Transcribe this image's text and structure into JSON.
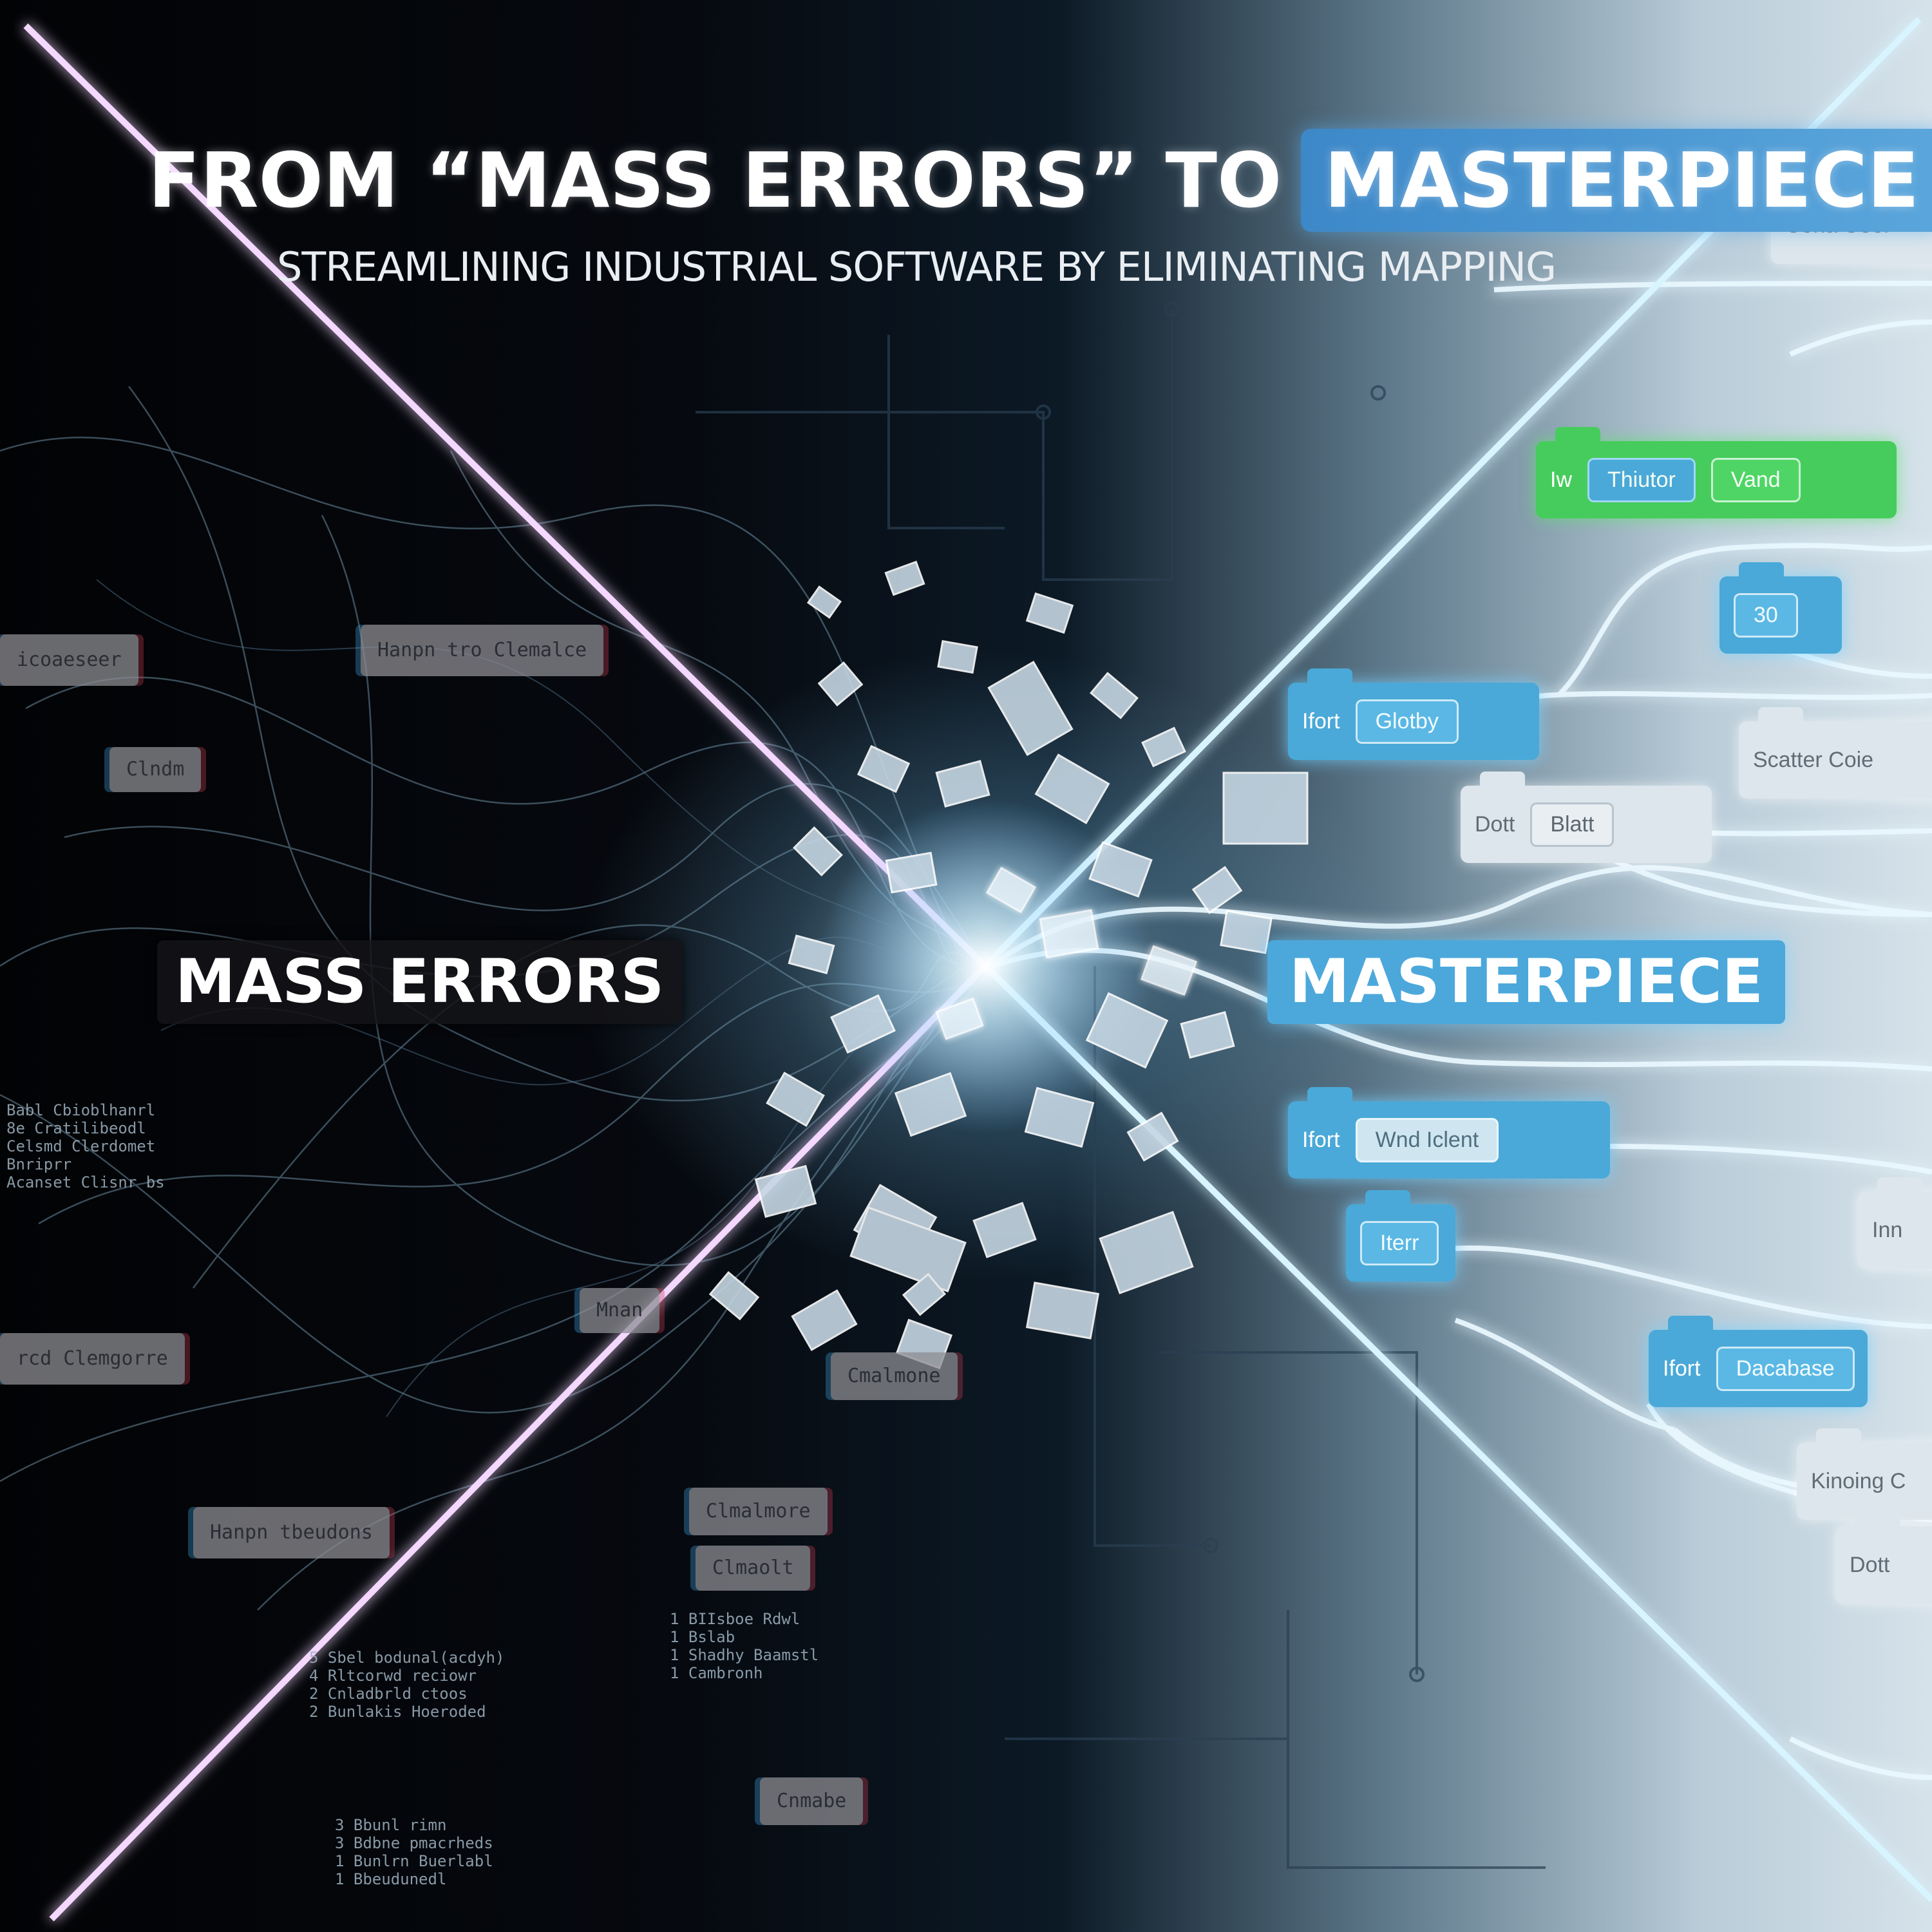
{
  "title": {
    "prefix": "FROM “MASS ERRORS” TO",
    "highlight": "MASTERPIECE"
  },
  "subtitle": "STREAMLINING INDUSTRIAL SOFTWARE BY ELIMINATING MAPPING",
  "left_label": "MASS ERRORS",
  "right_label": "MASTERPIECE",
  "colors": {
    "left_bg": "#05070b",
    "right_bg": "#d6e2ea",
    "block_blue": "#4aa9d8",
    "block_green": "#46cc5c",
    "block_white": "#dde6ec",
    "title_highlight": "#3d88c8"
  },
  "glitch_labels": [
    "Hanpn tro Clemalce",
    "Clndm",
    "Cmalmone",
    "Clmalmore",
    "Clmaolt",
    "Cnmabe",
    "Hanpn tbeudons",
    "rcd Clemgorre",
    "icoaeseer",
    "Mnan"
  ],
  "code_lines": [
    "Babl Cbioblhanrl\n8e Cratilibeodl\nCelsmd Clerdomet\nBnriprr\nAcanset Clisnr bs",
    "1 BIIsboe Rdwl\n1 Bslab\n1 Shadhy Baamstl\n1 Cambronh",
    "5 Sbel bodunal(acdyh)\n4 Rltcorwd reciowr\n2 Cnladbrld ctoos\n2 Bunlakis Hoeroded",
    "3 Bbunl rimn\n3 Bdbne pmacrheds\n1 Bunlrn Buerlabl\n1 Bbeudunedl"
  ],
  "blocks": [
    {
      "label": "Cona Uoor",
      "inner": ""
    },
    {
      "label": "Iw",
      "inner": "Thiutor",
      "inner2": "Vand"
    },
    {
      "label": "30",
      "inner": ""
    },
    {
      "label": "Ifort",
      "inner": "Glotby"
    },
    {
      "label": "Scatter Coie",
      "inner": ""
    },
    {
      "label": "Dott",
      "inner": "Blatt"
    },
    {
      "label": "Ifort",
      "inner": "Wnd Iclent"
    },
    {
      "label": "Iterr",
      "inner": ""
    },
    {
      "label": "Inn",
      "inner": ""
    },
    {
      "label": "Ifort",
      "inner": "Dacabase"
    },
    {
      "label": "Kinoing C",
      "inner": ""
    },
    {
      "label": "Dott",
      "inner": ""
    }
  ]
}
